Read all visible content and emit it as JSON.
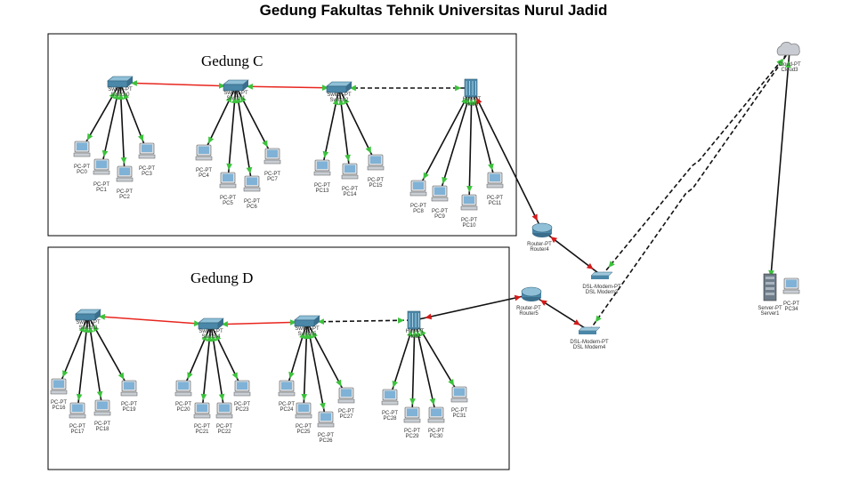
{
  "title": "Gedung Fakultas Tehnik Universitas Nurul Jadid",
  "buildings": {
    "c": "Gedung C",
    "d": "Gedung D"
  },
  "colors": {
    "link_red": "#e8261f",
    "link_black": "#111111",
    "status_green": "#3cc23c",
    "status_red": "#d41a1a",
    "device_blue": "#4a87a8"
  },
  "devices": {
    "sw_c0": {
      "type": "Switch-PT",
      "name": "Switch0"
    },
    "sw_c1": {
      "type": "Switch-PT",
      "name": "Switch1"
    },
    "sw_c2": {
      "type": "Switch-PT",
      "name": "Switch2"
    },
    "hub_c": {
      "type": "Hub-PT",
      "name": "Hub0"
    },
    "sw_d0": {
      "type": "Switch-PT",
      "name": "Switch3"
    },
    "sw_d1": {
      "type": "Switch-PT",
      "name": "Switch4"
    },
    "sw_d2": {
      "type": "Switch-PT",
      "name": "Switch5"
    },
    "hub_d": {
      "type": "Hub-PT",
      "name": "Hub1"
    },
    "router4": {
      "type": "Router-PT",
      "name": "Router4"
    },
    "router5": {
      "type": "Router-PT",
      "name": "Router5"
    },
    "modem3": {
      "type": "DSL-Modem-PT",
      "name": "DSL Modem3"
    },
    "modem4": {
      "type": "DSL-Modem-PT",
      "name": "DSL Modem4"
    },
    "cloud": {
      "type": "Cloud-PT",
      "name": "Cloud3"
    },
    "server": {
      "type": "Server-PT",
      "name": "Server1"
    },
    "pc0": {
      "type": "PC-PT",
      "name": "PC0"
    },
    "pc1": {
      "type": "PC-PT",
      "name": "PC1"
    },
    "pc2": {
      "type": "PC-PT",
      "name": "PC2"
    },
    "pc3": {
      "type": "PC-PT",
      "name": "PC3"
    },
    "pc4": {
      "type": "PC-PT",
      "name": "PC4"
    },
    "pc5": {
      "type": "PC-PT",
      "name": "PC5"
    },
    "pc6": {
      "type": "PC-PT",
      "name": "PC6"
    },
    "pc7": {
      "type": "PC-PT",
      "name": "PC7"
    },
    "pc13": {
      "type": "PC-PT",
      "name": "PC13"
    },
    "pc14": {
      "type": "PC-PT",
      "name": "PC14"
    },
    "pc15": {
      "type": "PC-PT",
      "name": "PC15"
    },
    "pc8": {
      "type": "PC-PT",
      "name": "PC8"
    },
    "pc9": {
      "type": "PC-PT",
      "name": "PC9"
    },
    "pc10": {
      "type": "PC-PT",
      "name": "PC10"
    },
    "pc11": {
      "type": "PC-PT",
      "name": "PC11"
    },
    "pc16": {
      "type": "PC-PT",
      "name": "PC16"
    },
    "pc17": {
      "type": "PC-PT",
      "name": "PC17"
    },
    "pc18": {
      "type": "PC-PT",
      "name": "PC18"
    },
    "pc19": {
      "type": "PC-PT",
      "name": "PC19"
    },
    "pc20": {
      "type": "PC-PT",
      "name": "PC20"
    },
    "pc21": {
      "type": "PC-PT",
      "name": "PC21"
    },
    "pc22": {
      "type": "PC-PT",
      "name": "PC22"
    },
    "pc23": {
      "type": "PC-PT",
      "name": "PC23"
    },
    "pc24": {
      "type": "PC-PT",
      "name": "PC24"
    },
    "pc25": {
      "type": "PC-PT",
      "name": "PC25"
    },
    "pc26": {
      "type": "PC-PT",
      "name": "PC26"
    },
    "pc27": {
      "type": "PC-PT",
      "name": "PC27"
    },
    "pc28": {
      "type": "PC-PT",
      "name": "PC28"
    },
    "pc29": {
      "type": "PC-PT",
      "name": "PC29"
    },
    "pc30": {
      "type": "PC-PT",
      "name": "PC30"
    },
    "pc31": {
      "type": "PC-PT",
      "name": "PC31"
    },
    "pc34": {
      "type": "PC-PT",
      "name": "PC34"
    }
  }
}
